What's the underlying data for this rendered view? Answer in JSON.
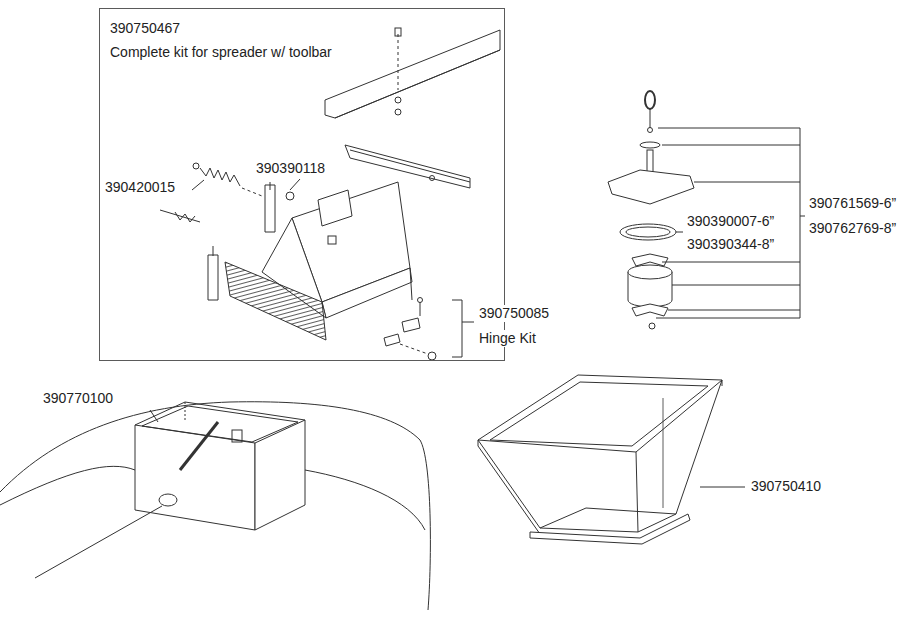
{
  "diagram": {
    "nodes": [
      {
        "text": [
          "390750467",
          "Complete kit for spreader w/ toolbar"
        ]
      }
    ],
    "labels": [
      "390390118",
      "390420015",
      "390750085",
      "Hinge Kit",
      "390390007-6”",
      "390390344-8”",
      "390761569-6”",
      "390762769-8”",
      "390770100",
      "390750410"
    ]
  }
}
